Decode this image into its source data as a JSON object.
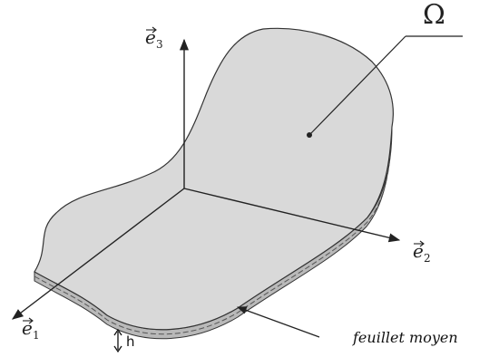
{
  "labels": {
    "omega": "Ω",
    "e1": {
      "base": "e",
      "sub": "1"
    },
    "e2": {
      "base": "e",
      "sub": "2"
    },
    "e3": {
      "base": "e",
      "sub": "3"
    },
    "thickness": "h",
    "mid_surface": "feuillet moyen"
  },
  "colors": {
    "surface": "#d9d9d9",
    "edge": "#b9b9b9",
    "stroke": "#333333",
    "midline": "#555555"
  }
}
